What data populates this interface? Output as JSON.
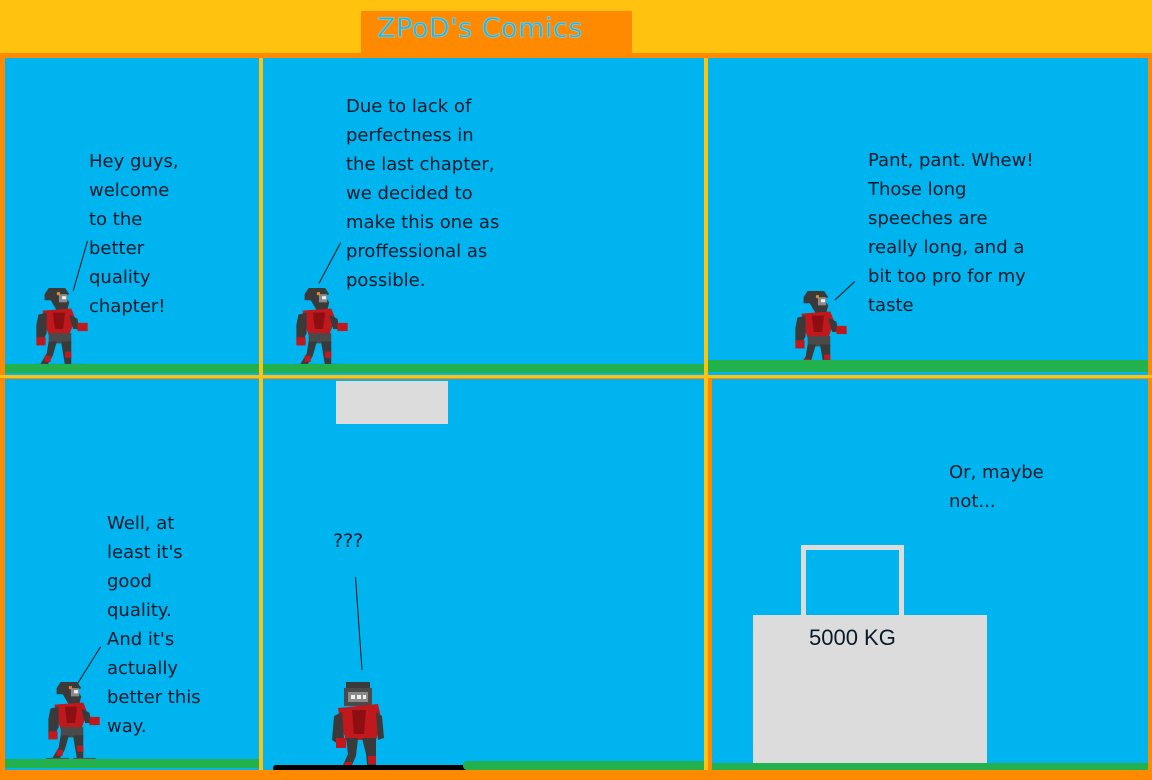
{
  "header": {
    "title": "ZPoD's Comics"
  },
  "colors": {
    "background_yellow": "#ffc20e",
    "border_orange": "#ff8a00",
    "sky_blue": "#00b4ef",
    "grass_green": "#22b14c",
    "title_text": "#2bb3e0",
    "weight_gray": "#dcdcdc",
    "robot_red": "#c0181c",
    "robot_dark": "#3a3a3a"
  },
  "panels": [
    {
      "id": 1,
      "speech": "Hey guys,\nwelcome\nto the\nbetter\nquality\nchapter!",
      "character": "robot-side"
    },
    {
      "id": 2,
      "speech": "Due to lack of\nperfectness in\nthe last chapter,\nwe decided to\nmake this one as\nproffessional as\npossible.",
      "character": "robot-side"
    },
    {
      "id": 3,
      "speech": "Pant, pant. Whew!\nThose long\nspeeches are\nreally long, and a\nbit too pro for my\ntaste",
      "character": "robot-side"
    },
    {
      "id": 4,
      "speech": "Well, at\nleast it's\ngood\nquality.\nAnd it's\nactually\nbetter this\nway.",
      "character": "robot-side"
    },
    {
      "id": 5,
      "speech": "???",
      "character": "robot-front",
      "object": "falling-gray-block"
    },
    {
      "id": 6,
      "speech": "Or, maybe\nnot...",
      "object": "weight",
      "weight_label": "5000 KG"
    }
  ]
}
